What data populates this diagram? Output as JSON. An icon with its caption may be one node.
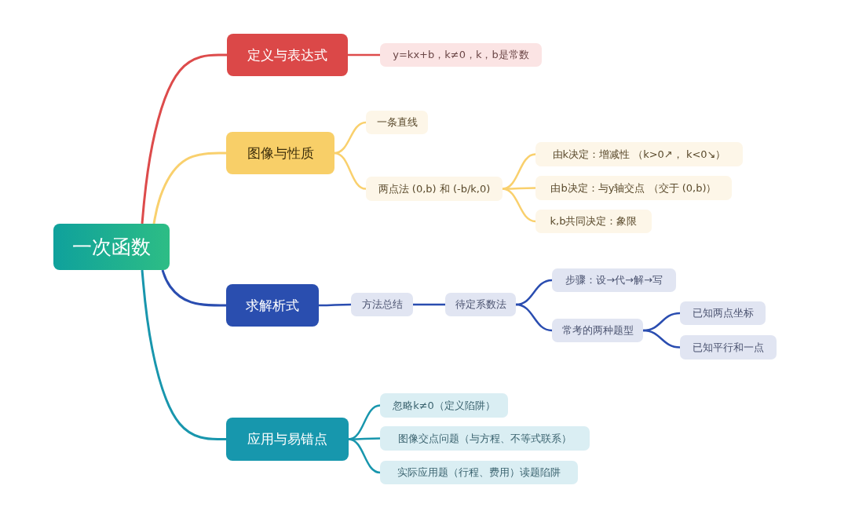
{
  "diagram": {
    "nodes": [
      {
        "text": [
          "一次函数"
        ]
      },
      {
        "text": [
          "定义与表达式"
        ]
      },
      {
        "text": [
          "y=kx+b，k≠0，k，b是常数"
        ]
      },
      {
        "text": [
          "图像与性质"
        ]
      },
      {
        "text": [
          "一条直线"
        ]
      },
      {
        "text": [
          "两点法 (0,b) 和 (-b/k,0)"
        ]
      },
      {
        "text": [
          "由k决定：增减性 （k>0↗， k<0↘）"
        ]
      },
      {
        "text": [
          "由b决定：与y轴交点 （交于 (0,b)）"
        ]
      },
      {
        "text": [
          "k,b共同决定：象限"
        ]
      },
      {
        "text": [
          "求解析式"
        ]
      },
      {
        "text": [
          "方法总结"
        ]
      },
      {
        "text": [
          "待定系数法"
        ]
      },
      {
        "text": [
          "步骤：设→代→解→写"
        ]
      },
      {
        "text": [
          "常考的两种题型"
        ]
      },
      {
        "text": [
          "已知两点坐标"
        ]
      },
      {
        "text": [
          "已知平行和一点"
        ]
      },
      {
        "text": [
          "应用与易错点"
        ]
      },
      {
        "text": [
          "忽略k≠0（定义陷阱）"
        ]
      },
      {
        "text": [
          "图像交点问题（与方程、不等式联系）"
        ]
      },
      {
        "text": [
          "实际应用题（行程、费用）读题陷阱"
        ]
      }
    ],
    "edges": [
      {
        "from": 0,
        "to": 1,
        "arrow": "none",
        "color": "#dd4b4b"
      },
      {
        "from": 0,
        "to": 3,
        "arrow": "none",
        "color": "#f9d06d"
      },
      {
        "from": 0,
        "to": 9,
        "arrow": "none",
        "color": "#2a4db0"
      },
      {
        "from": 0,
        "to": 16,
        "arrow": "none",
        "color": "#1896ad"
      },
      {
        "from": 1,
        "to": 2,
        "arrow": "none",
        "color": "#dd4b4b"
      },
      {
        "from": 3,
        "to": 4,
        "arrow": "none",
        "color": "#f9d06d"
      },
      {
        "from": 3,
        "to": 5,
        "arrow": "none",
        "color": "#f9d06d"
      },
      {
        "from": 5,
        "to": 6,
        "arrow": "none",
        "color": "#f9d06d"
      },
      {
        "from": 5,
        "to": 7,
        "arrow": "none",
        "color": "#f9d06d"
      },
      {
        "from": 5,
        "to": 8,
        "arrow": "none",
        "color": "#f9d06d"
      },
      {
        "from": 9,
        "to": 10,
        "arrow": "none",
        "color": "#2a4db0"
      },
      {
        "from": 10,
        "to": 11,
        "arrow": "none",
        "color": "#2a4db0"
      },
      {
        "from": 11,
        "to": 12,
        "arrow": "none",
        "color": "#2a4db0"
      },
      {
        "from": 11,
        "to": 13,
        "arrow": "none",
        "color": "#2a4db0"
      },
      {
        "from": 13,
        "to": 14,
        "arrow": "none",
        "color": "#2a4db0"
      },
      {
        "from": 13,
        "to": 15,
        "arrow": "none",
        "color": "#2a4db0"
      },
      {
        "from": 16,
        "to": 17,
        "arrow": "none",
        "color": "#1896ad"
      },
      {
        "from": 16,
        "to": 18,
        "arrow": "none",
        "color": "#1896ad"
      },
      {
        "from": 16,
        "to": 19,
        "arrow": "none",
        "color": "#1896ad"
      }
    ]
  }
}
